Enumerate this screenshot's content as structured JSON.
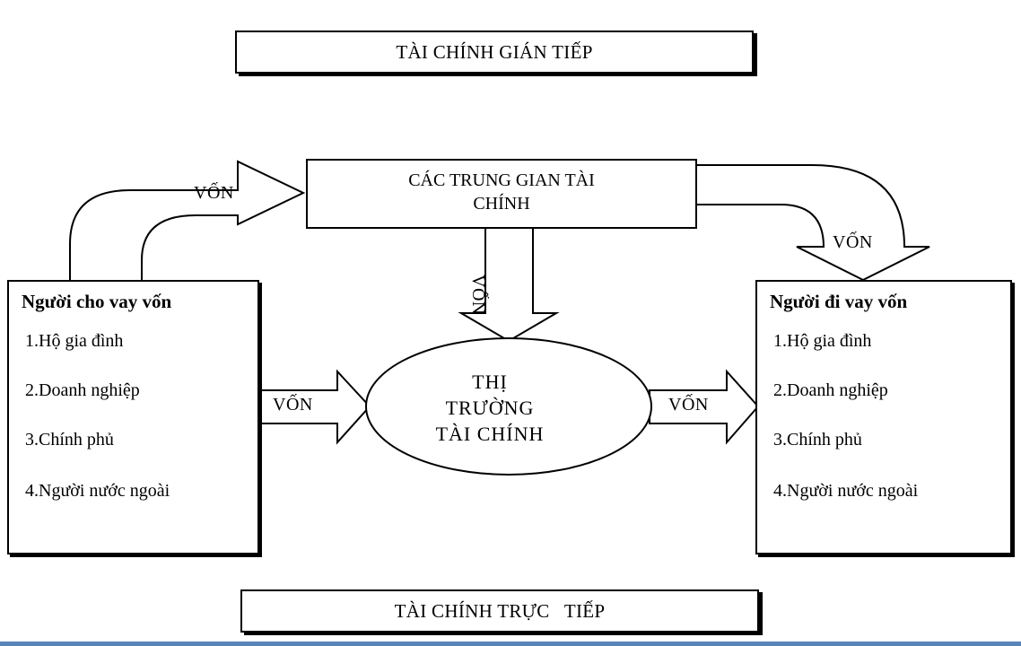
{
  "diagram": {
    "title_indirect": "TÀI CHÍNH GIÁN TIẾP",
    "title_direct": "TÀI CHÍNH TRỰC   TIẾP",
    "intermediaries": [
      "CÁC TRUNG GIAN TÀI",
      "CHÍNH"
    ],
    "market": [
      "THỊ",
      "TRƯỜNG",
      "TÀI CHÍNH"
    ],
    "lenders": {
      "title": "Người cho vay vốn",
      "items": [
        "1.Hộ gia đình",
        "2.Doanh nghiệp",
        "3.Chính phủ",
        "4.Người nước ngoài"
      ]
    },
    "borrowers": {
      "title": "Người đi vay vốn",
      "items": [
        "1.Hộ gia đình",
        "2.Doanh nghiệp",
        "3.Chính phủ",
        "4.Người nước ngoài"
      ]
    },
    "flow_labels": {
      "lender_to_intermediary": "VỐN",
      "intermediary_to_borrower": "VỐN",
      "intermediary_to_market": "VỐN",
      "lender_to_market": "VỐN",
      "market_to_borrower": "VỐN"
    }
  },
  "colors": {
    "line": "#000000",
    "background": "#ffffff",
    "bottom_bar": "#5a84b8"
  }
}
